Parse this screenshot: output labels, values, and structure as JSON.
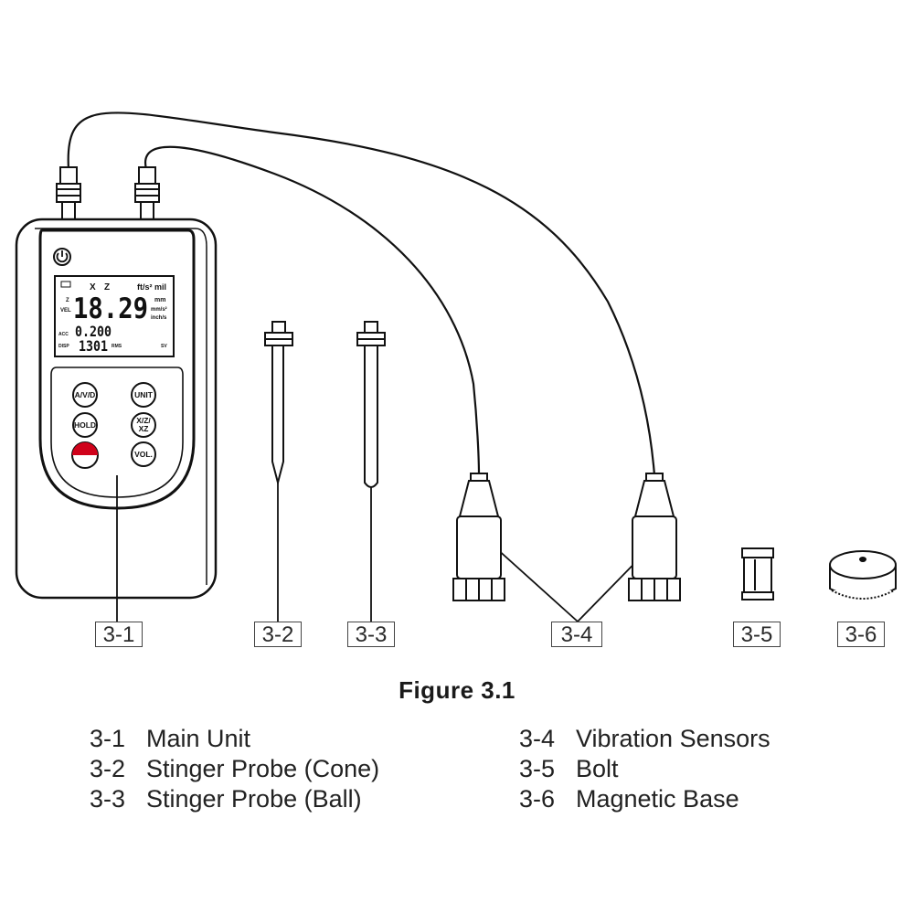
{
  "figure": {
    "caption": "Figure 3.1",
    "callouts": [
      "3-1",
      "3-2",
      "3-3",
      "3-4",
      "3-5",
      "3-6"
    ],
    "legend_left": [
      {
        "code": "3-1",
        "label": "Main Unit"
      },
      {
        "code": "3-2",
        "label": "Stinger Probe (Cone)"
      },
      {
        "code": "3-3",
        "label": "Stinger Probe (Ball)"
      }
    ],
    "legend_right": [
      {
        "code": "3-4",
        "label": "Vibration Sensors"
      },
      {
        "code": "3-5",
        "label": "Bolt"
      },
      {
        "code": "3-6",
        "label": "Magnetic Base"
      }
    ]
  },
  "device": {
    "display": {
      "axis_x": "X",
      "axis_z": "Z",
      "unit_top": "ft/s² mil",
      "z_label": "Z",
      "vel_label": "VEL",
      "main_value": "18.29",
      "unit_mm": "mm",
      "unit_mms2": "mm/s²",
      "unit_inchs": "inch/s",
      "acc_label": "ACC",
      "acc_value": "0.200",
      "disp_label": "DISP",
      "disp_value": "1301",
      "rms_label": "RMS",
      "sv_label": "SV"
    },
    "buttons": {
      "avd": "A/V/D",
      "unit": "UNIT",
      "hold": "HOLD",
      "xyz_line1": "X/Z/",
      "xyz_line2": "XZ",
      "vol": "VOL."
    }
  }
}
